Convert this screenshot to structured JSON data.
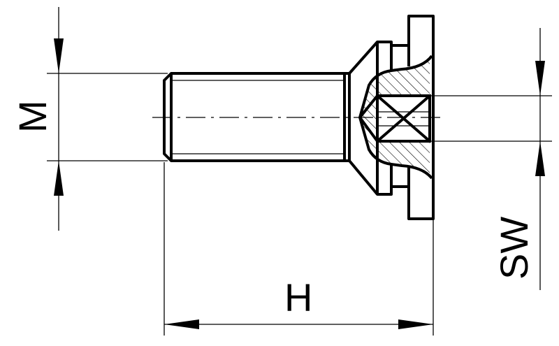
{
  "labels": {
    "m": "M",
    "h": "H",
    "sw": "SW"
  },
  "colors": {
    "line": "#000000",
    "background": "#ffffff"
  }
}
